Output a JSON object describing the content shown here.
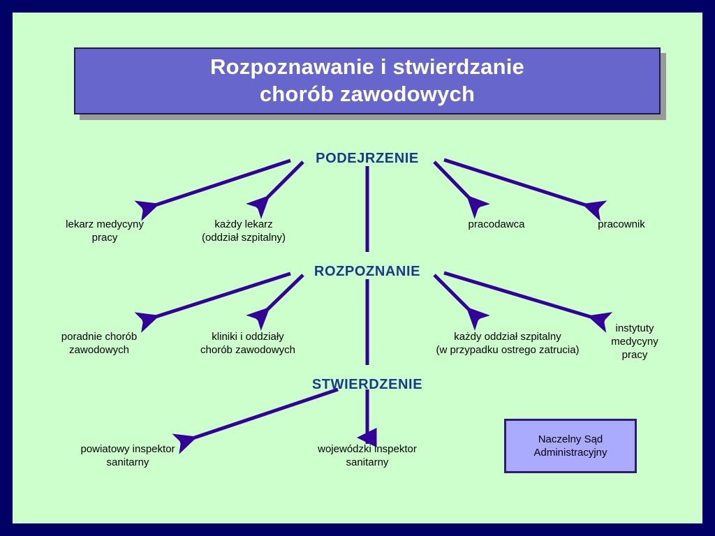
{
  "colors": {
    "frame": "#000066",
    "canvas": "#ccffcc",
    "title_fill": "#6666cc",
    "title_border": "#1a1a4d",
    "title_shadow": "#999b99",
    "title_text": "#ffffff",
    "stage_text": "#18388c",
    "leaf_text": "#000000",
    "arrow": "#330099",
    "nsa_fill": "#aaaaff",
    "nsa_border": "#2e1a6e"
  },
  "title": {
    "text": "Rozpoznawanie i stwierdzanie\nchorób zawodowych"
  },
  "stages": [
    {
      "id": "podejrzenie",
      "label": "PODEJRZENIE"
    },
    {
      "id": "rozpoznanie",
      "label": "ROZPOZNANIE"
    },
    {
      "id": "stwierdzenie",
      "label": "STWIERDZENIE"
    }
  ],
  "level1": {
    "stage": "PODEJRZENIE",
    "leaves": [
      {
        "label": "lekarz medycyny\npracy"
      },
      {
        "label": "każdy lekarz\n(oddział szpitalny)"
      },
      {
        "label": "pracodawca"
      },
      {
        "label": "pracownik"
      }
    ]
  },
  "level2": {
    "stage": "ROZPOZNANIE",
    "leaves": [
      {
        "label": "poradnie chorób\nzawodowych"
      },
      {
        "label": "kliniki i oddziały\nchorób zawodowych"
      },
      {
        "label": "każdy oddział szpitalny\n(w przypadku ostrego zatrucia)"
      },
      {
        "label": "instytuty\nmedycyny\npracy"
      }
    ]
  },
  "level3": {
    "stage": "STWIERDZENIE",
    "leaves": [
      {
        "label": "powiatowy inspektor\nsanitarny"
      },
      {
        "label": "wojewódzki inspektor\nsanitarny"
      }
    ]
  },
  "nsa": {
    "label": "Naczelny Sąd\nAdministracyjny"
  },
  "connectors": [
    {
      "id": "podejrzenie-to-lekarz-medycyny-pracy",
      "head": true
    },
    {
      "id": "podejrzenie-to-kazdy-lekarz",
      "head": true
    },
    {
      "id": "podejrzenie-to-pracodawca",
      "head": true
    },
    {
      "id": "podejrzenie-to-pracownik",
      "head": true
    },
    {
      "id": "podejrzenie-to-rozpoznanie",
      "head": false
    },
    {
      "id": "rozpoznanie-to-poradnie",
      "head": true
    },
    {
      "id": "rozpoznanie-to-kliniki",
      "head": true
    },
    {
      "id": "rozpoznanie-to-kazdy-oddzial",
      "head": true
    },
    {
      "id": "rozpoznanie-to-instytuty",
      "head": true
    },
    {
      "id": "rozpoznanie-to-stwierdzenie",
      "head": false
    },
    {
      "id": "stwierdzenie-to-powiatowy",
      "head": true
    },
    {
      "id": "stwierdzenie-to-wojewodzki",
      "head": true
    }
  ]
}
